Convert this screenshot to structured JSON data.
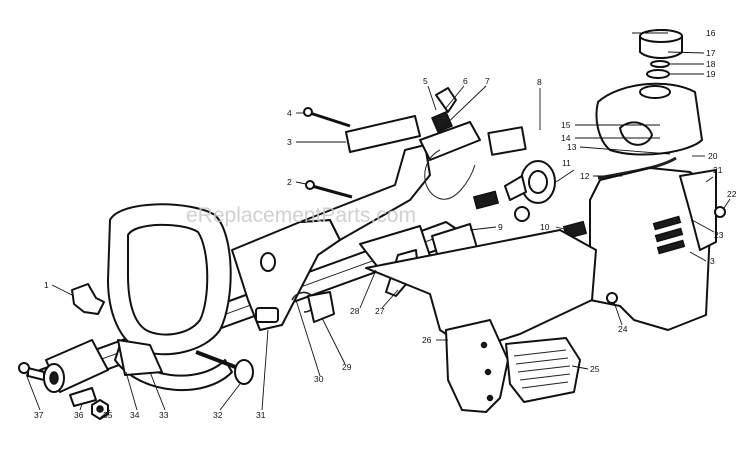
{
  "watermark": "eReplacementParts.com",
  "callouts": [
    "1",
    "2",
    "3",
    "4",
    "5",
    "6",
    "7",
    "8",
    "9",
    "10",
    "11",
    "12",
    "13",
    "14",
    "15",
    "16",
    "17",
    "18",
    "19",
    "20",
    "21",
    "22",
    "23",
    "3",
    "24",
    "25",
    "26",
    "27",
    "28",
    "29",
    "30",
    "31",
    "32",
    "33",
    "34",
    "35",
    "36",
    "37"
  ]
}
